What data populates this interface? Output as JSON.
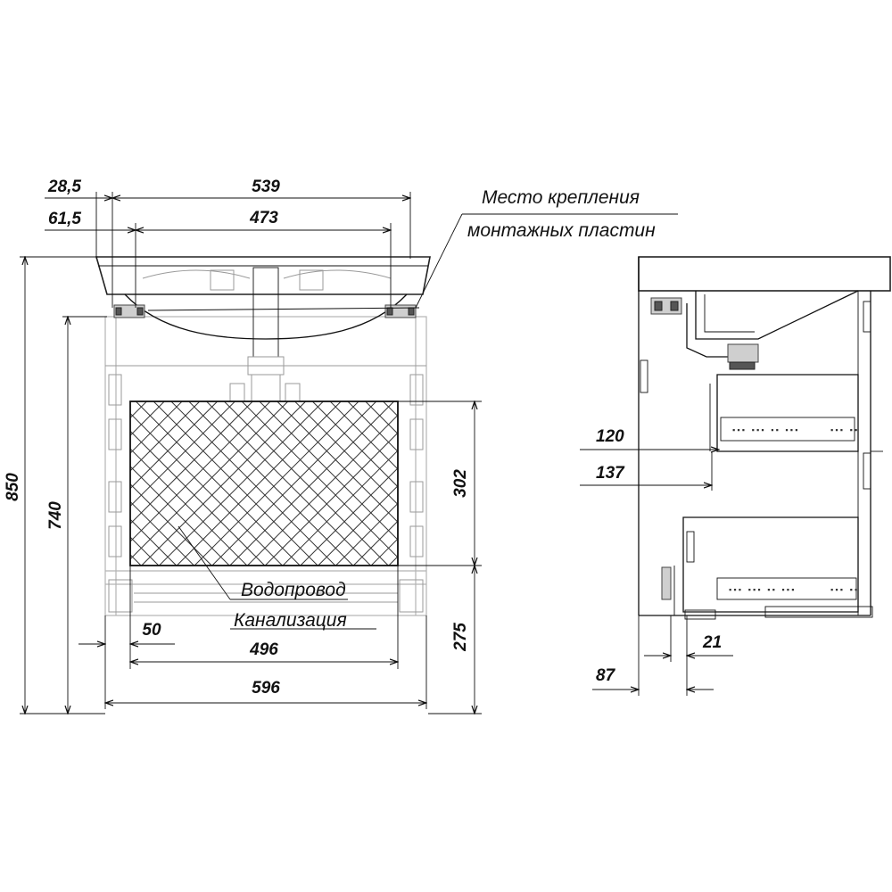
{
  "dimensions": {
    "d28_5": "28,5",
    "d61_5": "61,5",
    "d539": "539",
    "d473": "473",
    "d850": "850",
    "d740": "740",
    "d302": "302",
    "d275": "275",
    "d50": "50",
    "d496": "496",
    "d596": "596",
    "d120": "120",
    "d137": "137",
    "d21": "21",
    "d87": "87"
  },
  "labels": {
    "mount_line1": "Место крепления",
    "mount_line2": "монтажных пластин",
    "water_supply": "Водопровод",
    "sewage": "Канализация"
  }
}
